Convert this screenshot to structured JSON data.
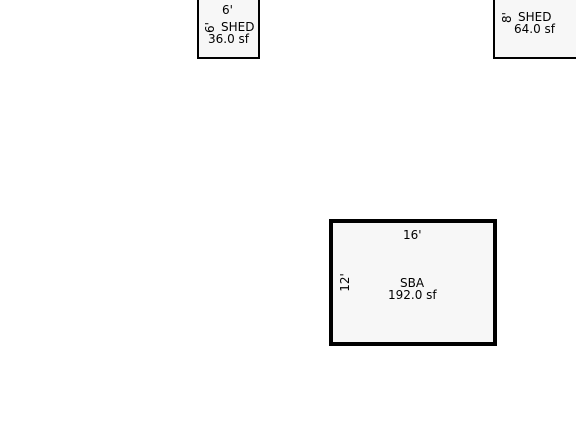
{
  "sheds": [
    {
      "width_label": "6'",
      "depth_label": "6'",
      "name": "SHED",
      "area": "36.0 sf"
    },
    {
      "depth_label": "8'",
      "name": "SHED",
      "area": "64.0 sf"
    }
  ],
  "sba": {
    "top_label": "16'",
    "side_label": "12'",
    "name": "SBA",
    "area": "192.0 sf"
  }
}
